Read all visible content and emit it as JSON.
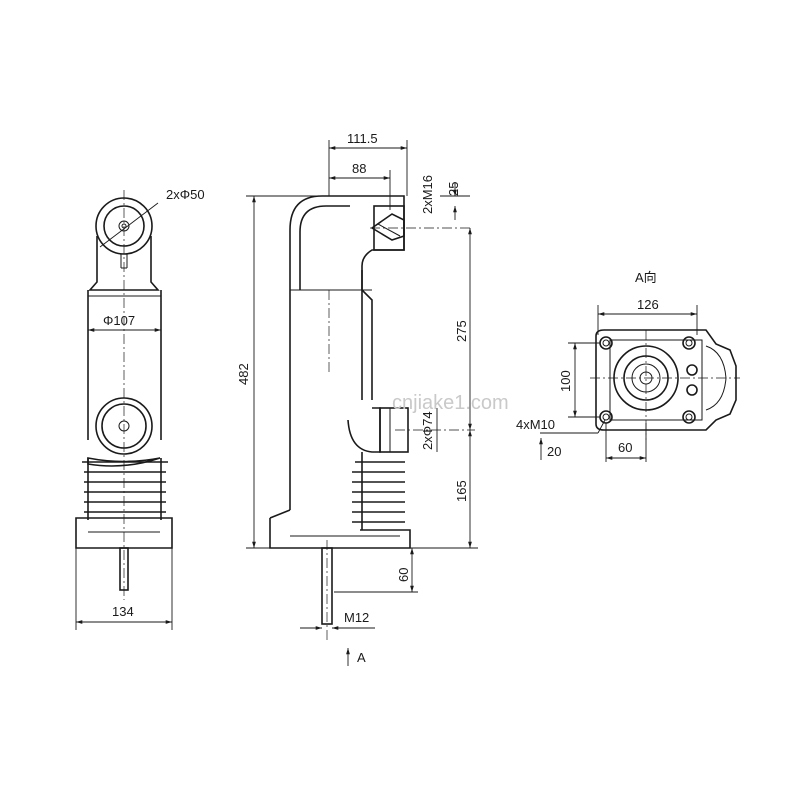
{
  "watermark": "cnjiake1.com",
  "left_view": {
    "dims": {
      "hole_dia": "2xΦ50",
      "body_dia": "Φ107",
      "base_width": "134"
    }
  },
  "side_view": {
    "dims": {
      "top_width": "111.5",
      "inner_width": "88",
      "thread_top": "2xM16",
      "thread_depth": "25",
      "total_height": "482",
      "upper_height": "275",
      "side_dia": "2xΦ74",
      "lower_height": "165",
      "stud_length": "60",
      "stud_thread": "M12"
    },
    "view_marker": "A"
  },
  "view_a": {
    "title": "A向",
    "dims": {
      "width": "126",
      "height": "100",
      "bolt_thread": "4xM10",
      "bolt_depth": "20",
      "bolt_spacing": "60"
    }
  }
}
